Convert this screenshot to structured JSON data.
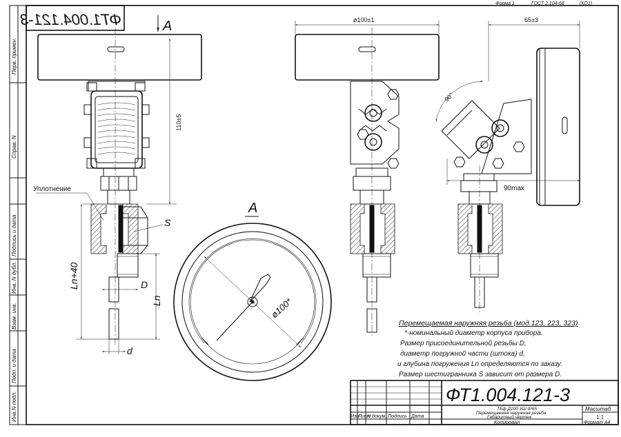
{
  "header": {
    "forma": "Форма 1",
    "gost": "ГОСТ 2.104-68",
    "code": "(КО1)"
  },
  "mirrored_code": "ФТ1.004.121-3",
  "view_arrow_label": "A",
  "view_a_title": "A",
  "labels": {
    "seal": "Уплотнение",
    "hex": "S",
    "ln40": "Ln+40",
    "ln": "Ln",
    "big_d": "D",
    "small_d": "d",
    "dia_dial": "ø100*"
  },
  "dimensions": {
    "width": "ø100±1",
    "depth": "65±3",
    "height": "110±5",
    "angle": "90°",
    "max": "90max"
  },
  "notes": {
    "title": "Перемещаемая наружняя резьба (мод.123, 223, 323)",
    "lines": [
      "*-номинальный диаметр корпуса прибора.",
      "Размер присоединительной резьбы D,",
      "диаметр погружной части (штока) d,",
      "и глубина погружения Ln определяются по заказу.",
      "Размер шестигранника S зависит от размера D."
    ]
  },
  "title_block": {
    "code": "ФТ1.004.121-3",
    "desc1": "ТБф Д100 УШ IP65",
    "desc2": "Перемещаемая наружная резьба",
    "desc3": "Габаритный чертеж",
    "masshtab_label": "Масштаб",
    "masshtab_value": "1:1",
    "col_izm": "Изм",
    "col_list": "Лист",
    "col_doc": "N докум.",
    "col_sign": "Подпись",
    "col_date": "Дата",
    "copied": "Копировал",
    "format": "Формат А4"
  },
  "side_labels": {
    "perv": "Перв. примен.",
    "sprav": "Справ. N",
    "podp1": "Подпись и дата",
    "inv_dubl": "Инв. N дубл.",
    "vzam": "Взам. инв.",
    "podp2": "Подп. и дата",
    "inv_podl": "Инв.N подл."
  }
}
